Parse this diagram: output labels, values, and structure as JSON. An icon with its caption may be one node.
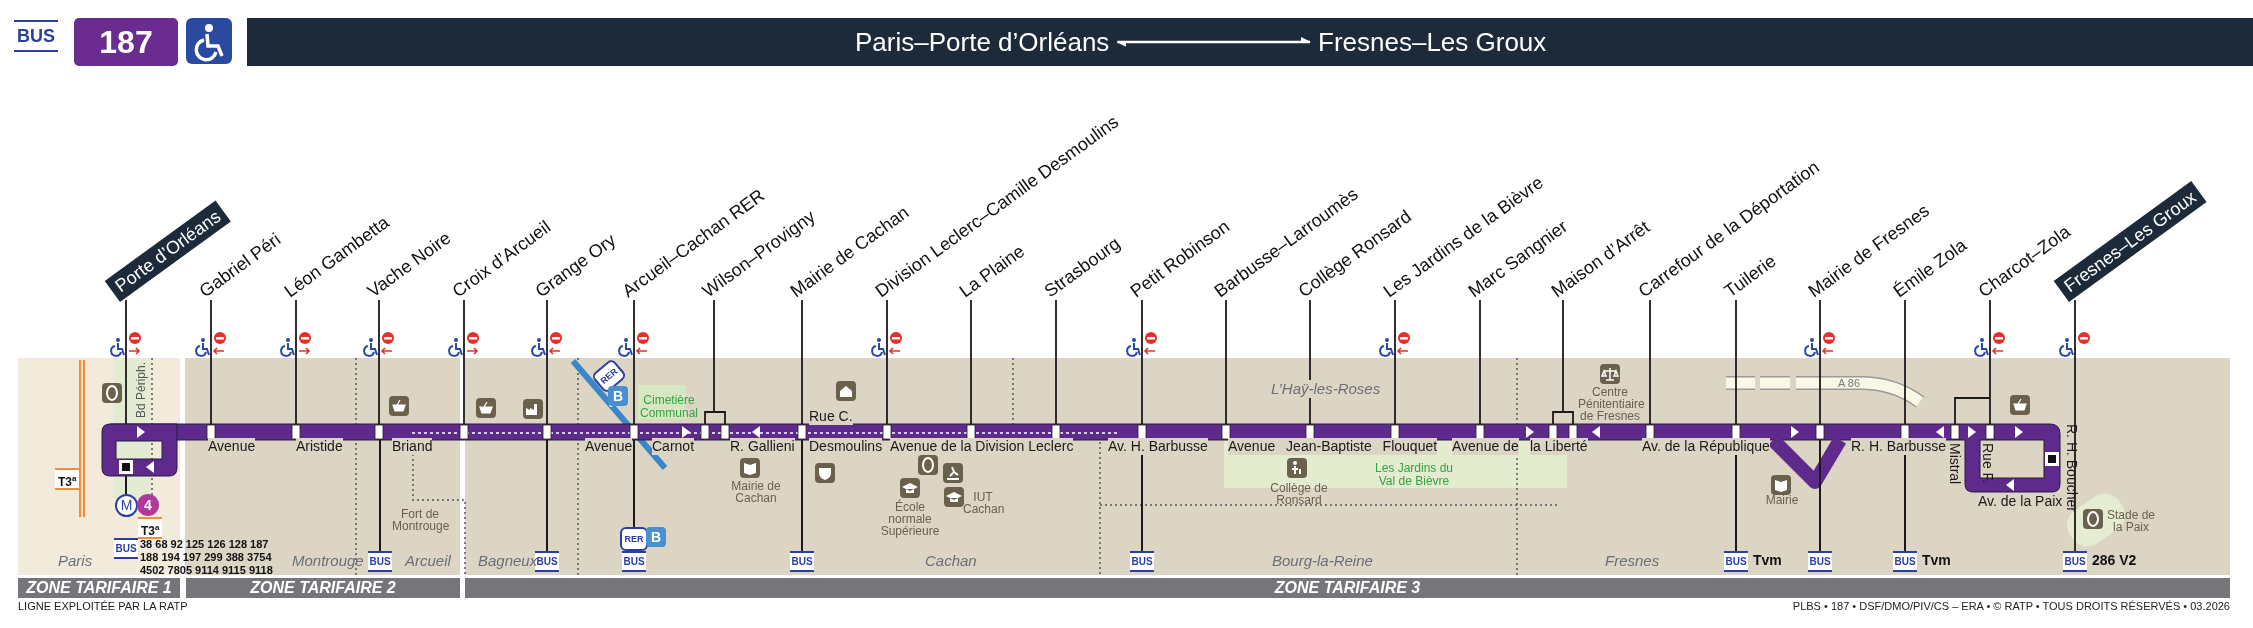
{
  "diagram": {
    "nodes": [
      {
        "text": [
          "Paris–Porte d’Orléans"
        ]
      },
      {
        "text": [
          "Fresnes–Les Groux"
        ]
      },
      {
        "text": [
          "Porte d’Orléans"
        ]
      },
      {
        "text": [
          "Gabriel Péri"
        ]
      },
      {
        "text": [
          "Léon Gambetta"
        ]
      },
      {
        "text": [
          "Vache Noire"
        ]
      },
      {
        "text": [
          "Croix d’Arcueil"
        ]
      },
      {
        "text": [
          "Grange Ory"
        ]
      },
      {
        "text": [
          "Arcueil–Cachan RER"
        ]
      },
      {
        "text": [
          "Wilson–Provigny"
        ]
      },
      {
        "text": [
          "Mairie de Cachan"
        ]
      },
      {
        "text": [
          "Division Leclerc–Camille Desmoulins"
        ]
      },
      {
        "text": [
          "La Plaine"
        ]
      },
      {
        "text": [
          "Strasbourg"
        ]
      },
      {
        "text": [
          "Petit Robinson"
        ]
      },
      {
        "text": [
          "Barbusse–Larroumès"
        ]
      },
      {
        "text": [
          "Collège Ronsard"
        ]
      },
      {
        "text": [
          "Les Jardins de la Bièvre"
        ]
      },
      {
        "text": [
          "Marc Sangnier"
        ]
      },
      {
        "text": [
          "Maison d’Arrêt"
        ]
      },
      {
        "text": [
          "Carrefour de la Déportation"
        ]
      },
      {
        "text": [
          "Tuilerie"
        ]
      },
      {
        "text": [
          "Mairie de Fresnes"
        ]
      },
      {
        "text": [
          "Émile Zola"
        ]
      },
      {
        "text": [
          "Charcot–Zola"
        ]
      },
      {
        "text": [
          "Fresnes–Les Groux"
        ]
      },
      {
        "text": [],
        "shape": "bar"
      },
      {
        "text": [
          "M"
        ]
      },
      {
        "text": [
          "BUS"
        ]
      },
      {
        "text": [
          "BUS"
        ]
      },
      {
        "text": [
          "RER"
        ]
      },
      {
        "text": [
          "BUS"
        ]
      },
      {
        "text": [
          "BUS"
        ]
      },
      {
        "text": [
          "BUS"
        ],
        "beside": [
          "Tvm"
        ]
      },
      {
        "text": [
          "BUS"
        ]
      },
      {
        "text": [
          "BUS"
        ],
        "beside": [
          "Tvm"
        ]
      },
      {
        "text": [
          "BUS"
        ],
        "beside": [
          "286 V2"
        ]
      }
    ],
    "edges": [
      {
        "from": 0,
        "to": 1,
        "arrow": "both",
        "color": "#ffffff"
      },
      {
        "from": 2,
        "to": 26,
        "arrow": "none"
      },
      {
        "from": 3,
        "to": 26,
        "arrow": "none"
      },
      {
        "from": 4,
        "to": 26,
        "arrow": "none"
      },
      {
        "from": 5,
        "to": 26,
        "arrow": "none"
      },
      {
        "from": 6,
        "to": 26,
        "arrow": "none"
      },
      {
        "from": 7,
        "to": 26,
        "arrow": "none"
      },
      {
        "from": 8,
        "to": 26,
        "arrow": "none"
      },
      {
        "from": 9,
        "to": 26,
        "arrow": "none"
      },
      {
        "from": 10,
        "to": 26,
        "arrow": "none"
      },
      {
        "from": 11,
        "to": 26,
        "arrow": "none"
      },
      {
        "from": 12,
        "to": 26,
        "arrow": "none"
      },
      {
        "from": 13,
        "to": 26,
        "arrow": "none"
      },
      {
        "from": 14,
        "to": 26,
        "arrow": "none"
      },
      {
        "from": 15,
        "to": 26,
        "arrow": "none"
      },
      {
        "from": 16,
        "to": 26,
        "arrow": "none"
      },
      {
        "from": 17,
        "to": 26,
        "arrow": "none"
      },
      {
        "from": 18,
        "to": 26,
        "arrow": "none"
      },
      {
        "from": 19,
        "to": 26,
        "arrow": "none"
      },
      {
        "from": 20,
        "to": 26,
        "arrow": "none"
      },
      {
        "from": 21,
        "to": 26,
        "arrow": "none"
      },
      {
        "from": 22,
        "to": 26,
        "arrow": "none"
      },
      {
        "from": 23,
        "to": 26,
        "arrow": "none"
      },
      {
        "from": 24,
        "to": 26,
        "arrow": "none"
      },
      {
        "from": 25,
        "to": 36,
        "arrow": "none"
      },
      {
        "from": 26,
        "to": 27,
        "arrow": "none"
      },
      {
        "from": 26,
        "to": 28,
        "arrow": "none"
      },
      {
        "from": 26,
        "to": 29,
        "arrow": "none"
      },
      {
        "from": 26,
        "to": 30,
        "arrow": "none"
      },
      {
        "from": 26,
        "to": 31,
        "arrow": "none"
      },
      {
        "from": 26,
        "to": 32,
        "arrow": "none"
      },
      {
        "from": 26,
        "to": 33,
        "arrow": "none"
      },
      {
        "from": 26,
        "to": 34,
        "arrow": "none"
      },
      {
        "from": 26,
        "to": 35,
        "arrow": "none"
      }
    ],
    "labels": [
      "BUS",
      "187",
      "Bd Périph.",
      "T3$^{a}$",
      "4",
      "T3$^{a}$",
      "BUS",
      "38 68 92 125 126 128 187 188 194 197 299 388 3754 4502 7805 9114 9115 9118",
      "Paris",
      "Avenue",
      "Aristide",
      "Briand",
      "Fort de Montrouge",
      "Montrouge",
      "Arcueil",
      "Bagneux",
      "RER",
      "B",
      "Cimetière Communal",
      "Avenue",
      "Carnot",
      "R. Gallieni",
      "Mairie de Cachan",
      "B",
      "BUS",
      "Rue C.",
      "Desmoulins",
      "Avenue de la Division Leclerc",
      "École normale Supérieure",
      "IUT Cachan",
      "Cachan",
      "Av. H. Barbusse",
      "L’Haÿ-les-Roses",
      "Avenue Jean-Baptiste Flouquet",
      "Collège de Ronsard",
      "Les Jardins du Val de Bièvre",
      "Bourg-la-Reine",
      "Avenue de",
      "la Liberté",
      "Centre Pénitentiaire de Fresnes",
      "Fresnes",
      "Av. de la République",
      "A 86",
      "Mairie",
      "R. H. Barbusse",
      "Mistral",
      "Rue F.",
      "R. H. Boucher",
      "Av. de la Paix",
      "Stade de la Paix",
      "ZONE TARIFAIRE 1",
      "ZONE TARIFAIRE 2",
      "ZONE TARIFAIRE 3",
      "LIGNE EXPLOITÉE PAR LA RATP",
      "PLBS • 187 • DSF/DMO/PIV/CS – ERA • © RATP • TOUS DROITS RÉSERVÉS • 03.2026"
    ]
  }
}
